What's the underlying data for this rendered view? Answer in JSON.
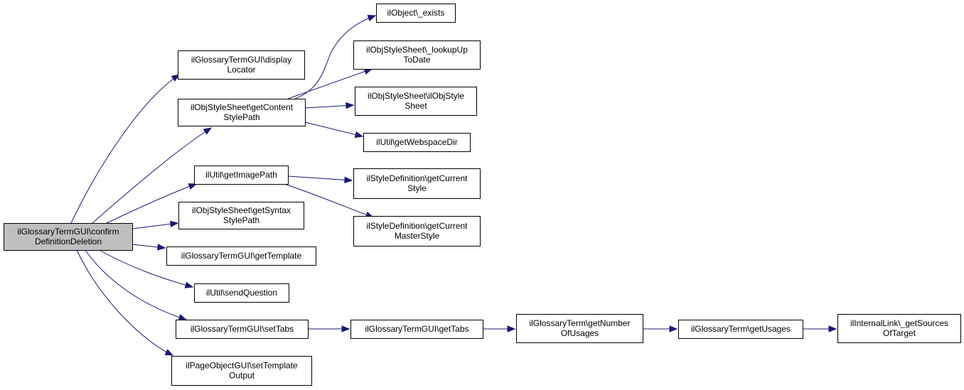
{
  "diagram": {
    "nodes": [
      {
        "id": "root",
        "lines": [
          "ilGlossaryTermGUI\\confirm",
          "DefinitionDeletion"
        ],
        "highlight": true
      },
      {
        "id": "n1",
        "lines": [
          "ilGlossaryTermGUI\\display",
          "Locator"
        ]
      },
      {
        "id": "n2",
        "lines": [
          "ilObjStyleSheet\\getContent",
          "StylePath"
        ]
      },
      {
        "id": "n3",
        "lines": [
          "ilObject\\_exists"
        ]
      },
      {
        "id": "n4",
        "lines": [
          "ilObjStyleSheet\\_lookupUp",
          "ToDate"
        ]
      },
      {
        "id": "n5",
        "lines": [
          "ilObjStyleSheet\\ilObjStyle",
          "Sheet"
        ]
      },
      {
        "id": "n6",
        "lines": [
          "ilUtil\\getWebspaceDir"
        ]
      },
      {
        "id": "n7",
        "lines": [
          "ilUtil\\getImagePath"
        ]
      },
      {
        "id": "n8",
        "lines": [
          "ilStyleDefinition\\getCurrent",
          "Style"
        ]
      },
      {
        "id": "n9",
        "lines": [
          "ilStyleDefinition\\getCurrent",
          "MasterStyle"
        ]
      },
      {
        "id": "n10",
        "lines": [
          "ilObjStyleSheet\\getSyntax",
          "StylePath"
        ]
      },
      {
        "id": "n11",
        "lines": [
          "ilGlossaryTermGUI\\getTemplate"
        ]
      },
      {
        "id": "n12",
        "lines": [
          "ilUtil\\sendQuestion"
        ]
      },
      {
        "id": "n13",
        "lines": [
          "ilGlossaryTermGUI\\setTabs"
        ]
      },
      {
        "id": "n14",
        "lines": [
          "ilGlossaryTermGUI\\getTabs"
        ]
      },
      {
        "id": "n15",
        "lines": [
          "ilGlossaryTerm\\getNumber",
          "OfUsages"
        ]
      },
      {
        "id": "n16",
        "lines": [
          "ilGlossaryTerm\\getUsages"
        ]
      },
      {
        "id": "n17",
        "lines": [
          "ilInternalLink\\_getSources",
          "OfTarget"
        ]
      },
      {
        "id": "n18",
        "lines": [
          "ilPageObjectGUI\\setTemplate",
          "Output"
        ]
      }
    ],
    "edges": [
      {
        "from": "root",
        "to": "n1"
      },
      {
        "from": "root",
        "to": "n2"
      },
      {
        "from": "root",
        "to": "n7"
      },
      {
        "from": "root",
        "to": "n10"
      },
      {
        "from": "root",
        "to": "n11"
      },
      {
        "from": "root",
        "to": "n12"
      },
      {
        "from": "root",
        "to": "n13"
      },
      {
        "from": "root",
        "to": "n18"
      },
      {
        "from": "n2",
        "to": "n3"
      },
      {
        "from": "n2",
        "to": "n4"
      },
      {
        "from": "n2",
        "to": "n5"
      },
      {
        "from": "n2",
        "to": "n6"
      },
      {
        "from": "n7",
        "to": "n8"
      },
      {
        "from": "n7",
        "to": "n9"
      },
      {
        "from": "n13",
        "to": "n14"
      },
      {
        "from": "n14",
        "to": "n15"
      },
      {
        "from": "n15",
        "to": "n16"
      },
      {
        "from": "n16",
        "to": "n17"
      }
    ],
    "colors": {
      "edge": "#191970",
      "root_fill": "#bfbfbf",
      "node_fill": "#ffffff",
      "border": "#000000"
    }
  }
}
